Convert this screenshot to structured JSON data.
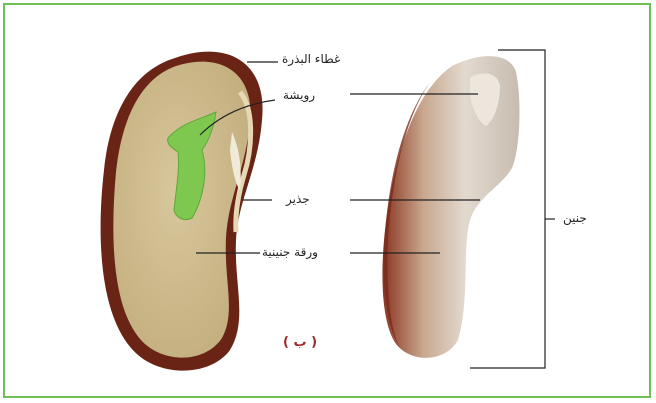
{
  "labels": {
    "seed_coat": "غطاء البذرة",
    "plumule": "رويشة",
    "radicle": "جذير",
    "cotyledon": "ورقة جنينية",
    "embryo": "جنين"
  },
  "caption": "( ب )",
  "colors": {
    "frame": "#6fbf57",
    "seed_coat": "#7a2a1c",
    "cotyledon_inner": "#cdb98a",
    "plumule": "#7ec850",
    "caption": "#9b2a2a"
  }
}
